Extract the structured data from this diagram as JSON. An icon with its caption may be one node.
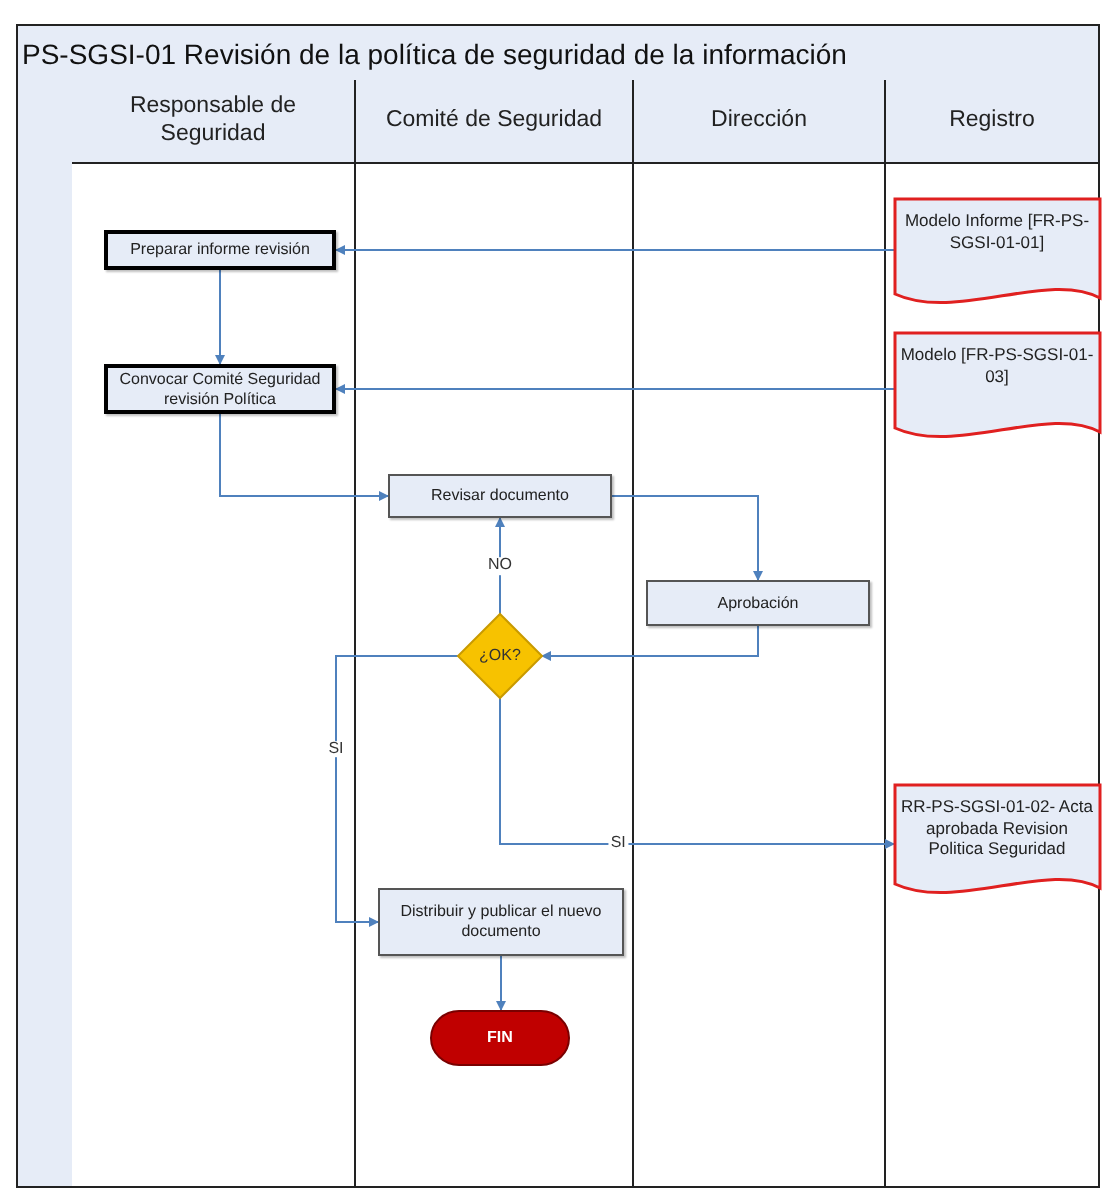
{
  "diagram": {
    "title": "PS-SGSI-01 Revisión de la política de seguridad de la información",
    "nodes": [
      {
        "text": [
          "Responsable de Seguridad"
        ]
      },
      {
        "text": [
          "Comité de Seguridad"
        ]
      },
      {
        "text": [
          "Dirección"
        ]
      },
      {
        "text": [
          "Registro"
        ]
      },
      {
        "text": [
          "Modelo Informe [FR-PS-SGSI-01-01]"
        ],
        "in": 3
      },
      {
        "text": [
          "Preparar informe revisión"
        ],
        "in": 0
      },
      {
        "text": [
          "Modelo [FR-PS-SGSI-01-03]"
        ],
        "in": 3
      },
      {
        "text": [
          "Convocar Comité Seguridad revisión Política"
        ],
        "in": 0
      },
      {
        "text": [
          "Revisar documento"
        ],
        "in": 1
      },
      {
        "text": [
          "Aprobación"
        ],
        "in": 2
      },
      {
        "text": [
          "¿OK?"
        ],
        "in": 1
      },
      {
        "text": [
          "RR-PS-SGSI-01-02- Acta aprobada Revision Politica Seguridad"
        ],
        "in": 3
      },
      {
        "text": [
          "Distribuir y publicar el nuevo documento"
        ],
        "in": 1
      },
      {
        "text": [
          "FIN"
        ],
        "in": 1
      }
    ],
    "edges": [
      {
        "from": 4,
        "to": 5,
        "arrow": "to"
      },
      {
        "from": 6,
        "to": 7,
        "arrow": "to"
      },
      {
        "from": 5,
        "to": 7,
        "arrow": "to"
      },
      {
        "from": 7,
        "to": 8,
        "arrow": "to"
      },
      {
        "from": 8,
        "to": 9,
        "arrow": "to"
      },
      {
        "from": 9,
        "to": 10,
        "arrow": "to"
      },
      {
        "from": 10,
        "to": 8,
        "arrow": "to",
        "label": "NO"
      },
      {
        "from": 10,
        "to": 12,
        "arrow": "to",
        "label": "SI"
      },
      {
        "from": 10,
        "to": 11,
        "arrow": "to",
        "label": "SI"
      },
      {
        "from": 12,
        "to": 13,
        "arrow": "to"
      }
    ]
  }
}
